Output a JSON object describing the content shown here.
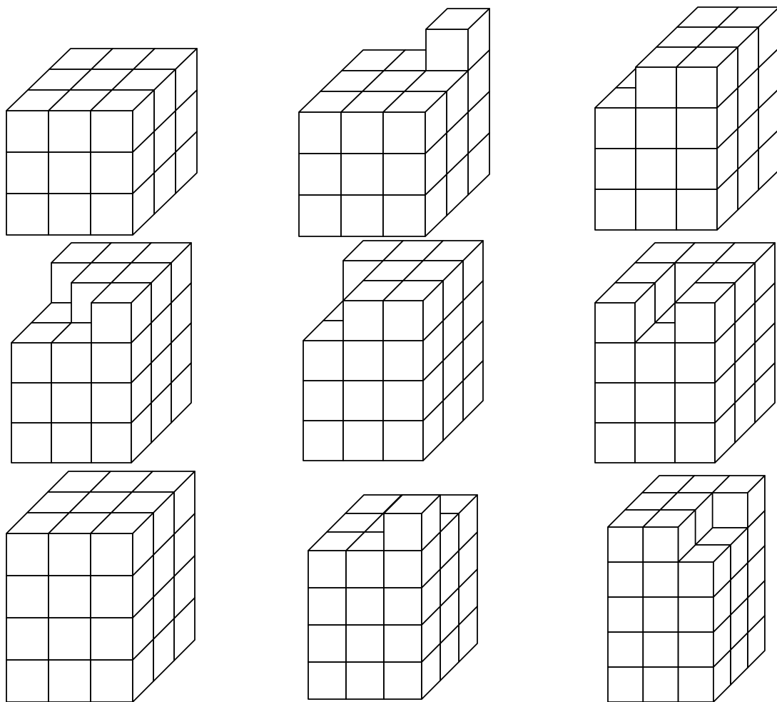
{
  "style": {
    "line_color": "#000000",
    "face_color": "#ffffff",
    "background": "#ffffff"
  },
  "figures": [
    {
      "id": "figure-1",
      "grid": [
        [
          3,
          3,
          3
        ],
        [
          3,
          3,
          3
        ],
        [
          3,
          3,
          3
        ]
      ]
    },
    {
      "id": "figure-2",
      "grid": [
        [
          3,
          3,
          4
        ],
        [
          3,
          3,
          3
        ],
        [
          3,
          3,
          3
        ]
      ]
    },
    {
      "id": "figure-3",
      "grid": [
        [
          3,
          4,
          4
        ],
        [
          3,
          4,
          4
        ],
        [
          3,
          4,
          4
        ]
      ]
    },
    {
      "id": "figure-4",
      "grid": [
        [
          4,
          4,
          4
        ],
        [
          3,
          4,
          4
        ],
        [
          3,
          3,
          4
        ]
      ]
    },
    {
      "id": "figure-5",
      "grid": [
        [
          4,
          4,
          4
        ],
        [
          3,
          4,
          4
        ],
        [
          3,
          4,
          4
        ]
      ]
    },
    {
      "id": "figure-6",
      "grid": [
        [
          4,
          4,
          4
        ],
        [
          4,
          3,
          4
        ],
        [
          4,
          3,
          4
        ]
      ]
    },
    {
      "id": "figure-7",
      "grid": [
        [
          4,
          4,
          4
        ],
        [
          4,
          4,
          4
        ],
        [
          4,
          4,
          4
        ]
      ]
    },
    {
      "id": "figure-8",
      "grid": [
        [
          4,
          4,
          4
        ],
        [
          4,
          4,
          4
        ],
        [
          4,
          4,
          5
        ]
      ]
    },
    {
      "id": "figure-9",
      "grid": [
        [
          5,
          5,
          5
        ],
        [
          5,
          5,
          4
        ],
        [
          5,
          5,
          4
        ]
      ]
    }
  ]
}
